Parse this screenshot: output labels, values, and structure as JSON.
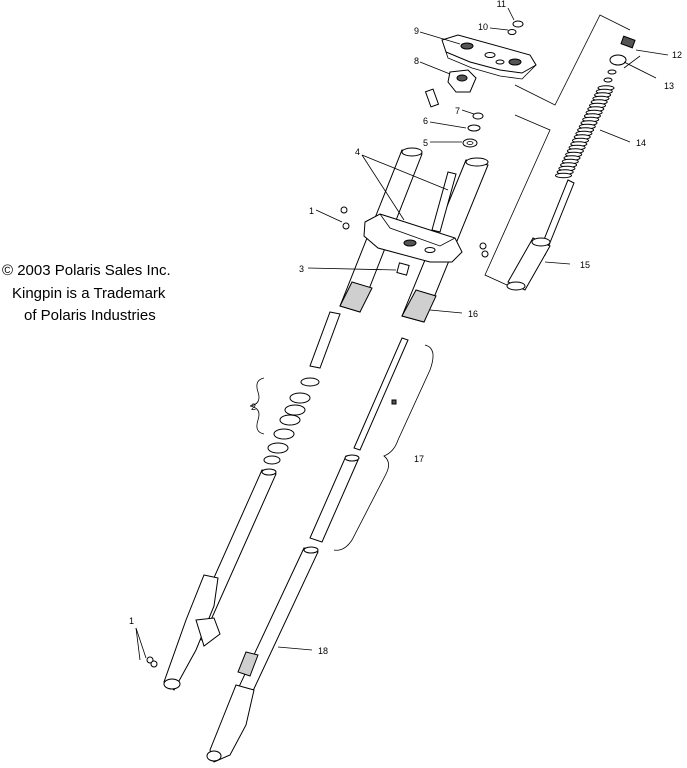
{
  "copyright": {
    "line1": "© 2003 Polaris Sales Inc.",
    "line2": "Kingpin is a Trademark",
    "line3": "of Polaris Industries"
  },
  "callouts": [
    "1",
    "2",
    "3",
    "4",
    "5",
    "6",
    "7",
    "8",
    "9",
    "10",
    "11",
    "12",
    "13",
    "14",
    "15",
    "16",
    "17",
    "18",
    "1"
  ]
}
